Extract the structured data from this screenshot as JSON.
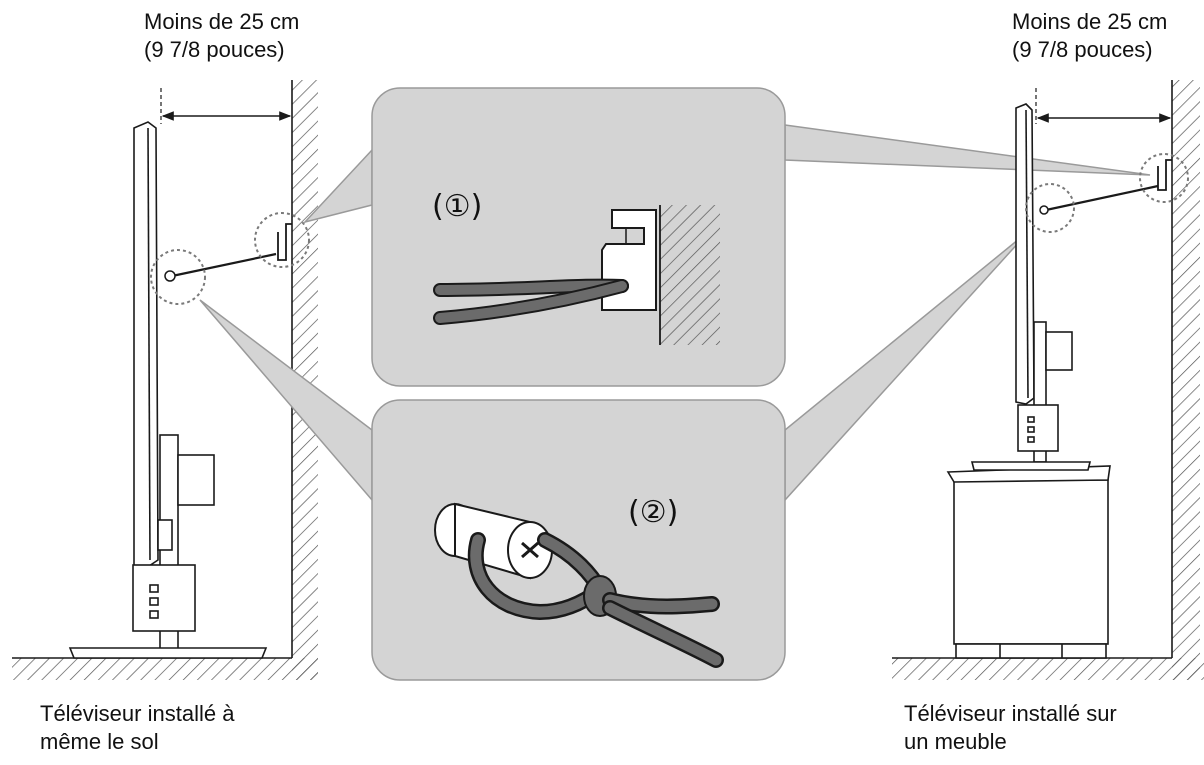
{
  "distance_label": {
    "line1": "Moins de 25 cm",
    "line2": "(9 7/8 pouces)"
  },
  "captions": {
    "floor": {
      "line1": "Téléviseur installé à",
      "line2": "même le sol"
    },
    "furniture": {
      "line1": "Téléviseur installé sur",
      "line2": "un meuble"
    }
  },
  "callouts": {
    "one": "(①)",
    "two": "(②)"
  },
  "colors": {
    "line": "#1a1a1a",
    "panel_fill": "#d4d4d4",
    "panel_border": "#9a9a9a",
    "cord": "#6b6b6b",
    "hatch": "#555555"
  }
}
